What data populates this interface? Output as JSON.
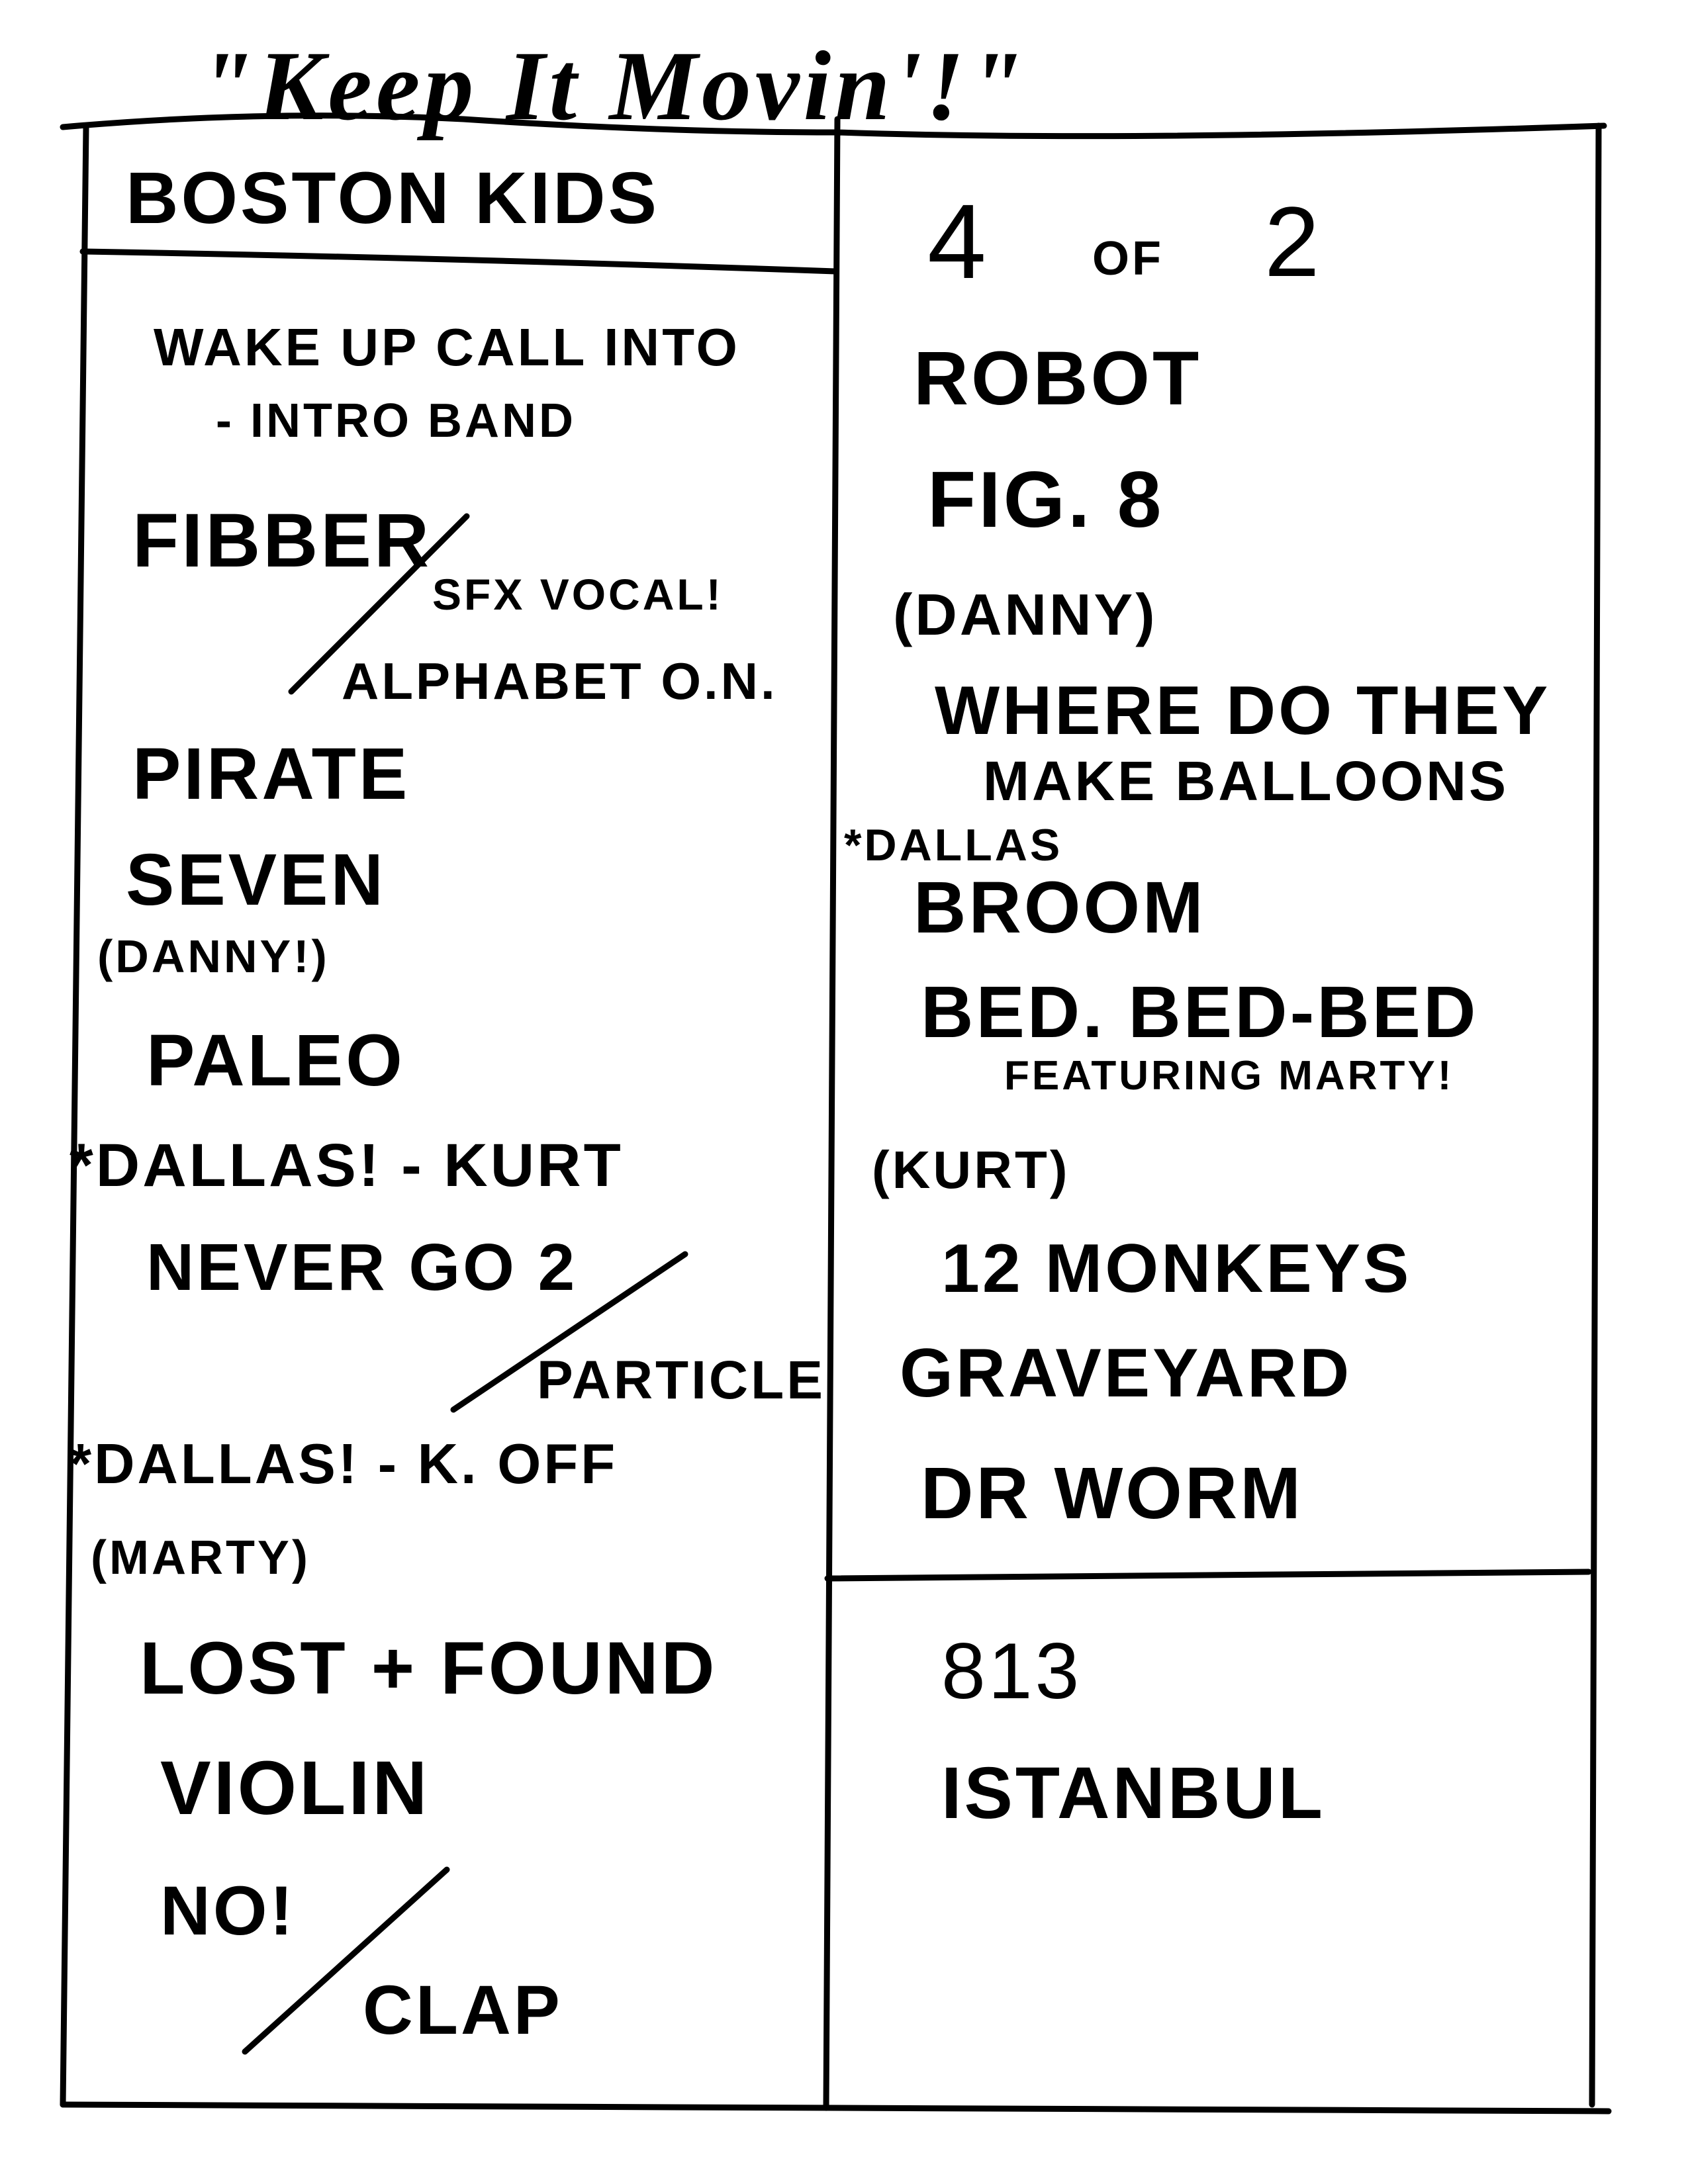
{
  "title": "\"Keep It Movin'!\"",
  "left": {
    "header": "BOSTON KIDS",
    "items": [
      "WAKE UP CALL INTO",
      "- INTRO BAND",
      "FIBBER",
      "SFX VOCAL!",
      "ALPHABET O.N.",
      "PIRATE",
      "SEVEN",
      "(DANNY!)",
      "PALEO",
      "*DALLAS! - KURT",
      "NEVER GO 2",
      "PARTICLE",
      "*DALLAS! - K. OFF",
      "(MARTY)",
      "LOST + FOUND",
      "VIOLIN",
      "NO!",
      "CLAP"
    ]
  },
  "right": {
    "header": {
      "a": "4",
      "of": "OF",
      "b": "2"
    },
    "items": [
      "ROBOT",
      "FIG. 8",
      "(DANNY)",
      "WHERE DO THEY",
      "MAKE BALLOONS",
      "*DALLAS",
      "BROOM",
      "BED. BED-BED",
      "FEATURING MARTY!",
      "(KURT)",
      "12 MONKEYS",
      "GRAVEYARD",
      "DR WORM"
    ],
    "encore": [
      "813",
      "ISTANBUL"
    ]
  }
}
